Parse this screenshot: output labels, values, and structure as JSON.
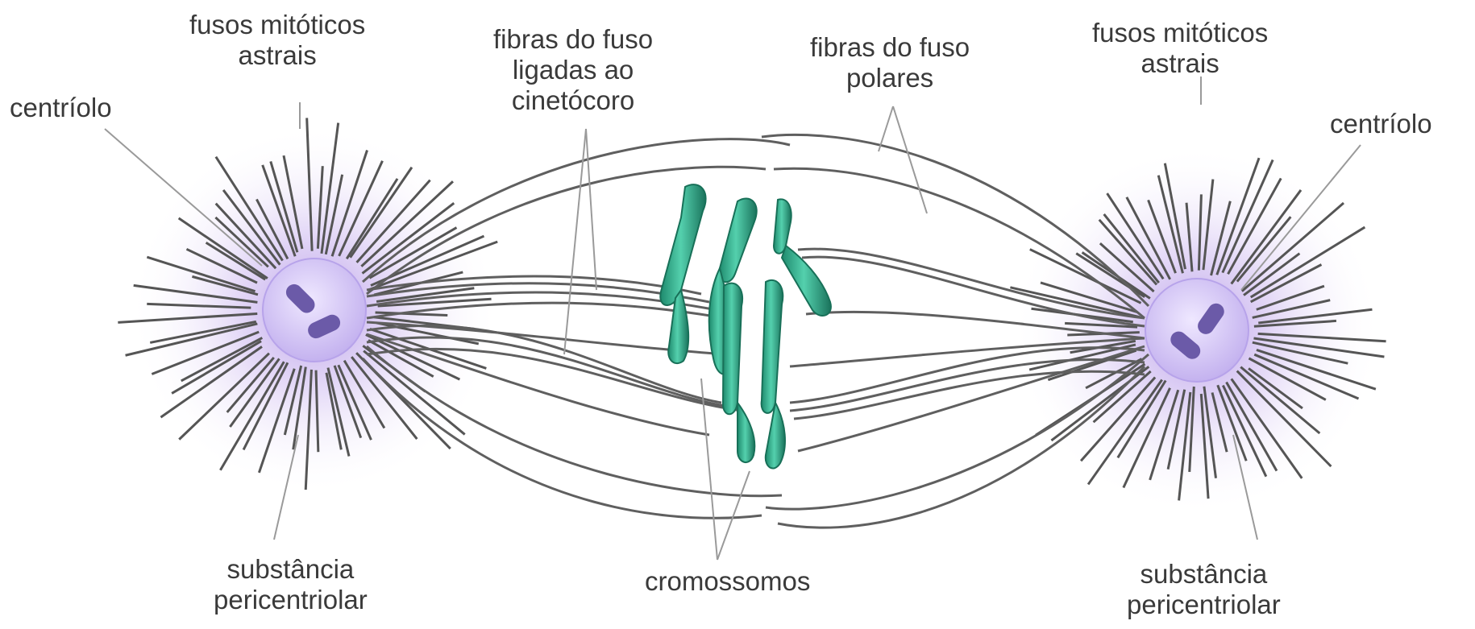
{
  "labels": {
    "astral_left": [
      "fusos mitóticos",
      "astrais"
    ],
    "centriole_left": [
      "centríolo"
    ],
    "kinetochore_fibers": [
      "fibras do fuso",
      "ligadas ao",
      "cinetócoro"
    ],
    "polar_fibers": [
      "fibras do fuso",
      "polares"
    ],
    "astral_right": [
      "fusos mitóticos",
      "astrais"
    ],
    "centriole_right": [
      "centríolo"
    ],
    "pericentriolar_left": [
      "substância",
      "pericentriolar"
    ],
    "chromosomes": [
      "cromossomos"
    ],
    "pericentriolar_right": [
      "substância",
      "pericentriolar"
    ]
  },
  "colors": {
    "fiber": "#666666",
    "leader": "#9a9a9a",
    "aster_glow": "#b89be8",
    "centrosome": "#d6c9f5",
    "centriole": "#6b5aa8",
    "chromosome": "#2fae8c",
    "chromosome_dark": "#1f7a63"
  }
}
